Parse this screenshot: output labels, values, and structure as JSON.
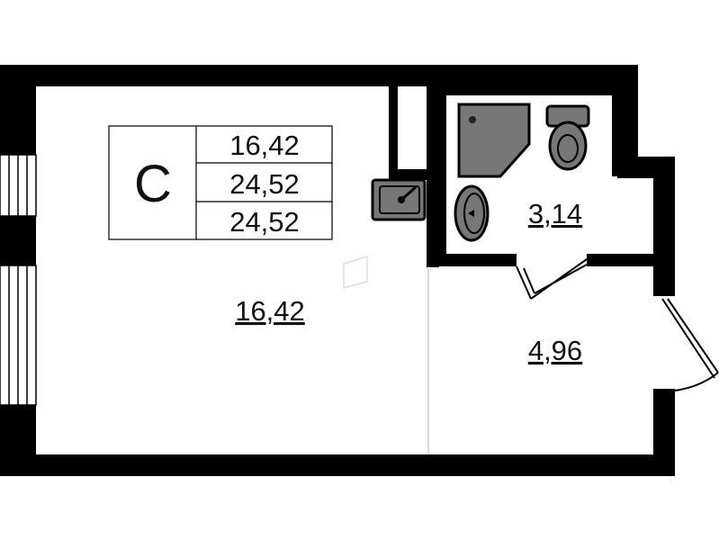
{
  "legend": {
    "type_letter": "С",
    "values": [
      "16,42",
      "24,52",
      "24,52"
    ]
  },
  "rooms": {
    "living_area": "16,42",
    "bathroom_area": "3,14",
    "hall_area": "4,96"
  },
  "colors": {
    "wall": "#000000",
    "fixture_fill": "#777777",
    "background": "#ffffff"
  }
}
